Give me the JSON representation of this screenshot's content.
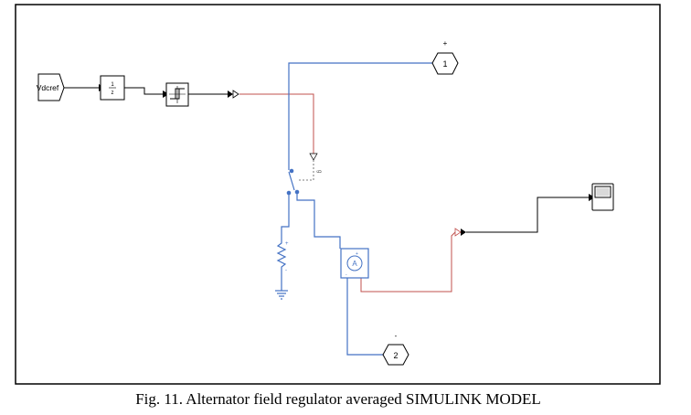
{
  "figure": {
    "caption": "Fig. 11. Alternator field regulator averaged SIMULINK MODEL"
  },
  "blocks": {
    "vdcref": {
      "label": "Vdcref"
    },
    "discrete_integrator": {
      "numerator": "1",
      "denominator": "z"
    },
    "port_positive": {
      "sign": "+",
      "number": "1"
    },
    "port_negative": {
      "sign": "-",
      "number": "2"
    },
    "switch": {
      "control_label": "g"
    },
    "ammeter": {
      "label": "A",
      "plus": "+",
      "minus": "-"
    },
    "resistor": {
      "plus": "+",
      "minus": "-"
    }
  },
  "colors": {
    "physical_line": "#4472c4",
    "signal_line": "#000000",
    "measurement_line": "#c0504d",
    "block_border": "#000000"
  }
}
